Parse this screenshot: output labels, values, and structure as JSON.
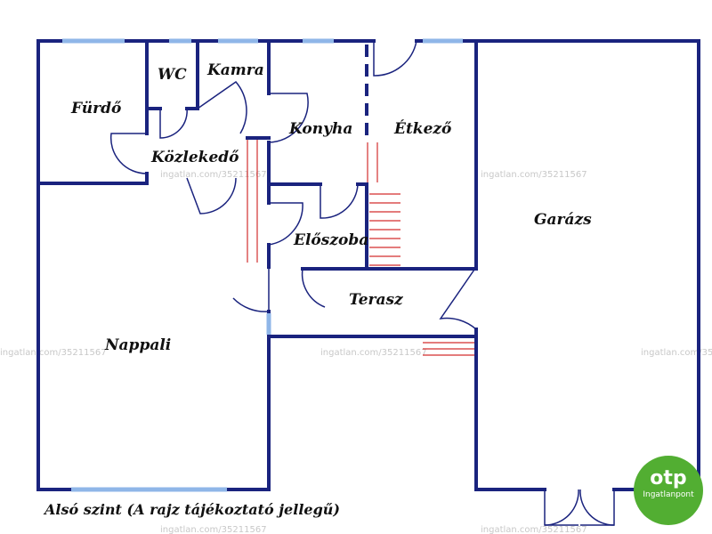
{
  "rooms": {
    "furdo": "Fürdő",
    "wc": "WC",
    "kamra": "Kamra",
    "konyha": "Konyha",
    "etkezo": "Étkező",
    "kozlekedo": "Közlekedő",
    "eloszoba": "Előszoba",
    "garazs": "Garázs",
    "terasz": "Terasz",
    "nappali": "Nappali"
  },
  "caption": "Alsó szint (A rajz tájékoztató jellegű)",
  "watermark": "ingatlan.com/35211567",
  "logo": {
    "mark": "otp",
    "sub": "Ingatlanpont",
    "color": "#52ae32"
  },
  "colors": {
    "walls": "#1a237e",
    "windows": "#8fb6e8",
    "stairs": "#d32f2f"
  }
}
